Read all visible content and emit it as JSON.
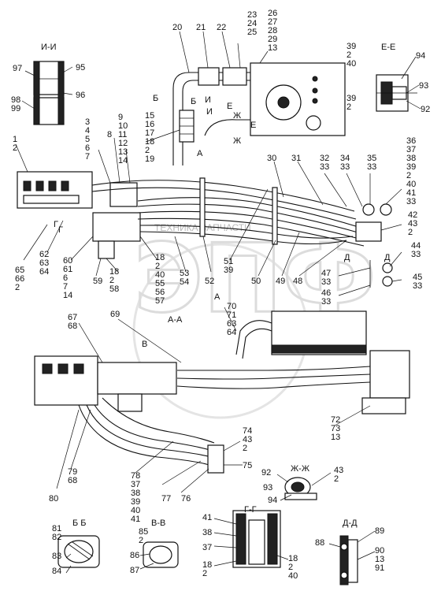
{
  "watermark": {
    "brand_text": "ТЕХНИКА ЗАПЧАСТИ",
    "logo_letters": "ЭПФ"
  },
  "section_labels": [
    {
      "id": "i-i",
      "text": "И-И"
    },
    {
      "id": "e-e",
      "text": "Е-Е"
    },
    {
      "id": "a-a",
      "text": "А-А"
    },
    {
      "id": "zh-zh",
      "text": "Ж-Ж"
    },
    {
      "id": "b-b",
      "text": "Б Б"
    },
    {
      "id": "v-v",
      "text": "В-В"
    },
    {
      "id": "g-g",
      "text": "Г-Г"
    },
    {
      "id": "d-d",
      "text": "Д-Д"
    }
  ],
  "view_markers": [
    "Б",
    "И",
    "Е",
    "Ж",
    "Ж",
    "Г",
    "А",
    "Б",
    "Д",
    "Д",
    "А",
    "В",
    "Е",
    "И",
    "Г"
  ],
  "callouts": [
    {
      "id": "c-20",
      "lines": [
        "20"
      ]
    },
    {
      "id": "c-21",
      "lines": [
        "21"
      ]
    },
    {
      "id": "c-22",
      "lines": [
        "22"
      ]
    },
    {
      "id": "c-23",
      "lines": [
        "23",
        "24",
        "25"
      ]
    },
    {
      "id": "c-26",
      "lines": [
        "26",
        "27",
        "28",
        "29",
        "13"
      ]
    },
    {
      "id": "c-39a",
      "lines": [
        "39",
        "2",
        "40"
      ]
    },
    {
      "id": "c-39b",
      "lines": [
        "39",
        "2"
      ]
    },
    {
      "id": "c-94",
      "lines": [
        "94"
      ]
    },
    {
      "id": "c-93",
      "lines": [
        "93"
      ]
    },
    {
      "id": "c-92",
      "lines": [
        "92"
      ]
    },
    {
      "id": "c-97",
      "lines": [
        "97"
      ]
    },
    {
      "id": "c-95",
      "lines": [
        "95"
      ]
    },
    {
      "id": "c-96",
      "lines": [
        "96"
      ]
    },
    {
      "id": "c-98",
      "lines": [
        "98",
        "99"
      ]
    },
    {
      "id": "c-3",
      "lines": [
        "3",
        "4",
        "5",
        "6",
        "7"
      ]
    },
    {
      "id": "c-8",
      "lines": [
        "8"
      ]
    },
    {
      "id": "c-9",
      "lines": [
        "9",
        "10",
        "11",
        "12",
        "13",
        "14"
      ]
    },
    {
      "id": "c-15",
      "lines": [
        "15",
        "16",
        "17",
        "18",
        "2",
        "19"
      ]
    },
    {
      "id": "c-1",
      "lines": [
        "1",
        "2"
      ]
    },
    {
      "id": "c-30",
      "lines": [
        "30"
      ]
    },
    {
      "id": "c-31",
      "lines": [
        "31"
      ]
    },
    {
      "id": "c-32",
      "lines": [
        "32",
        "33"
      ]
    },
    {
      "id": "c-34",
      "lines": [
        "34",
        "33"
      ]
    },
    {
      "id": "c-35",
      "lines": [
        "35",
        "33"
      ]
    },
    {
      "id": "c-36",
      "lines": [
        "36",
        "37",
        "38",
        "39",
        "2",
        "40",
        "41",
        "33"
      ]
    },
    {
      "id": "c-42",
      "lines": [
        "42",
        "43",
        "2"
      ]
    },
    {
      "id": "c-44",
      "lines": [
        "44",
        "33"
      ]
    },
    {
      "id": "c-45",
      "lines": [
        "45",
        "33"
      ]
    },
    {
      "id": "c-47",
      "lines": [
        "47",
        "33"
      ]
    },
    {
      "id": "c-46",
      "lines": [
        "46",
        "33"
      ]
    },
    {
      "id": "c-48",
      "lines": [
        "48"
      ]
    },
    {
      "id": "c-49",
      "lines": [
        "49"
      ]
    },
    {
      "id": "c-50",
      "lines": [
        "50"
      ]
    },
    {
      "id": "c-51",
      "lines": [
        "51",
        "39"
      ]
    },
    {
      "id": "c-52",
      "lines": [
        "52"
      ]
    },
    {
      "id": "c-53",
      "lines": [
        "53",
        "54"
      ]
    },
    {
      "id": "c-18a",
      "lines": [
        "18",
        "2",
        "40",
        "55",
        "56",
        "57"
      ]
    },
    {
      "id": "c-18b",
      "lines": [
        "18",
        "2",
        "58"
      ]
    },
    {
      "id": "c-59",
      "lines": [
        "59"
      ]
    },
    {
      "id": "c-60",
      "lines": [
        "60",
        "61",
        "6",
        "7",
        "14"
      ]
    },
    {
      "id": "c-62",
      "lines": [
        "62",
        "63",
        "64"
      ]
    },
    {
      "id": "c-65",
      "lines": [
        "65",
        "66",
        "2"
      ]
    },
    {
      "id": "c-70",
      "lines": [
        "70",
        "71",
        "63",
        "64"
      ]
    },
    {
      "id": "c-67",
      "lines": [
        "67",
        "68"
      ]
    },
    {
      "id": "c-69",
      "lines": [
        "69"
      ]
    },
    {
      "id": "c-72",
      "lines": [
        "72",
        "73",
        "13"
      ]
    },
    {
      "id": "c-74",
      "lines": [
        "74",
        "43",
        "2"
      ]
    },
    {
      "id": "c-75",
      "lines": [
        "75"
      ]
    },
    {
      "id": "c-78",
      "lines": [
        "78",
        "37",
        "38",
        "39",
        "40",
        "41"
      ]
    },
    {
      "id": "c-77",
      "lines": [
        "77"
      ]
    },
    {
      "id": "c-76",
      "lines": [
        "76"
      ]
    },
    {
      "id": "c-79",
      "lines": [
        "79",
        "68"
      ]
    },
    {
      "id": "c-80",
      "lines": [
        "80"
      ]
    },
    {
      "id": "c-92b",
      "lines": [
        "92"
      ]
    },
    {
      "id": "c-93b",
      "lines": [
        "93"
      ]
    },
    {
      "id": "c-94b",
      "lines": [
        "94"
      ]
    },
    {
      "id": "c-43",
      "lines": [
        "43",
        "2"
      ]
    },
    {
      "id": "c-81",
      "lines": [
        "81",
        "82"
      ]
    },
    {
      "id": "c-83",
      "lines": [
        "83"
      ]
    },
    {
      "id": "c-84",
      "lines": [
        "84"
      ]
    },
    {
      "id": "c-85",
      "lines": [
        "85",
        "2"
      ]
    },
    {
      "id": "c-86",
      "lines": [
        "86"
      ]
    },
    {
      "id": "c-87",
      "lines": [
        "87"
      ]
    },
    {
      "id": "c-41",
      "lines": [
        "41"
      ]
    },
    {
      "id": "c-38",
      "lines": [
        "38"
      ]
    },
    {
      "id": "c-37",
      "lines": [
        "37"
      ]
    },
    {
      "id": "c-18c",
      "lines": [
        "18",
        "2"
      ]
    },
    {
      "id": "c-18d",
      "lines": [
        "18",
        "2",
        "40"
      ]
    },
    {
      "id": "c-89",
      "lines": [
        "89"
      ]
    },
    {
      "id": "c-88",
      "lines": [
        "88"
      ]
    },
    {
      "id": "c-90",
      "lines": [
        "90",
        "13",
        "91"
      ]
    }
  ]
}
